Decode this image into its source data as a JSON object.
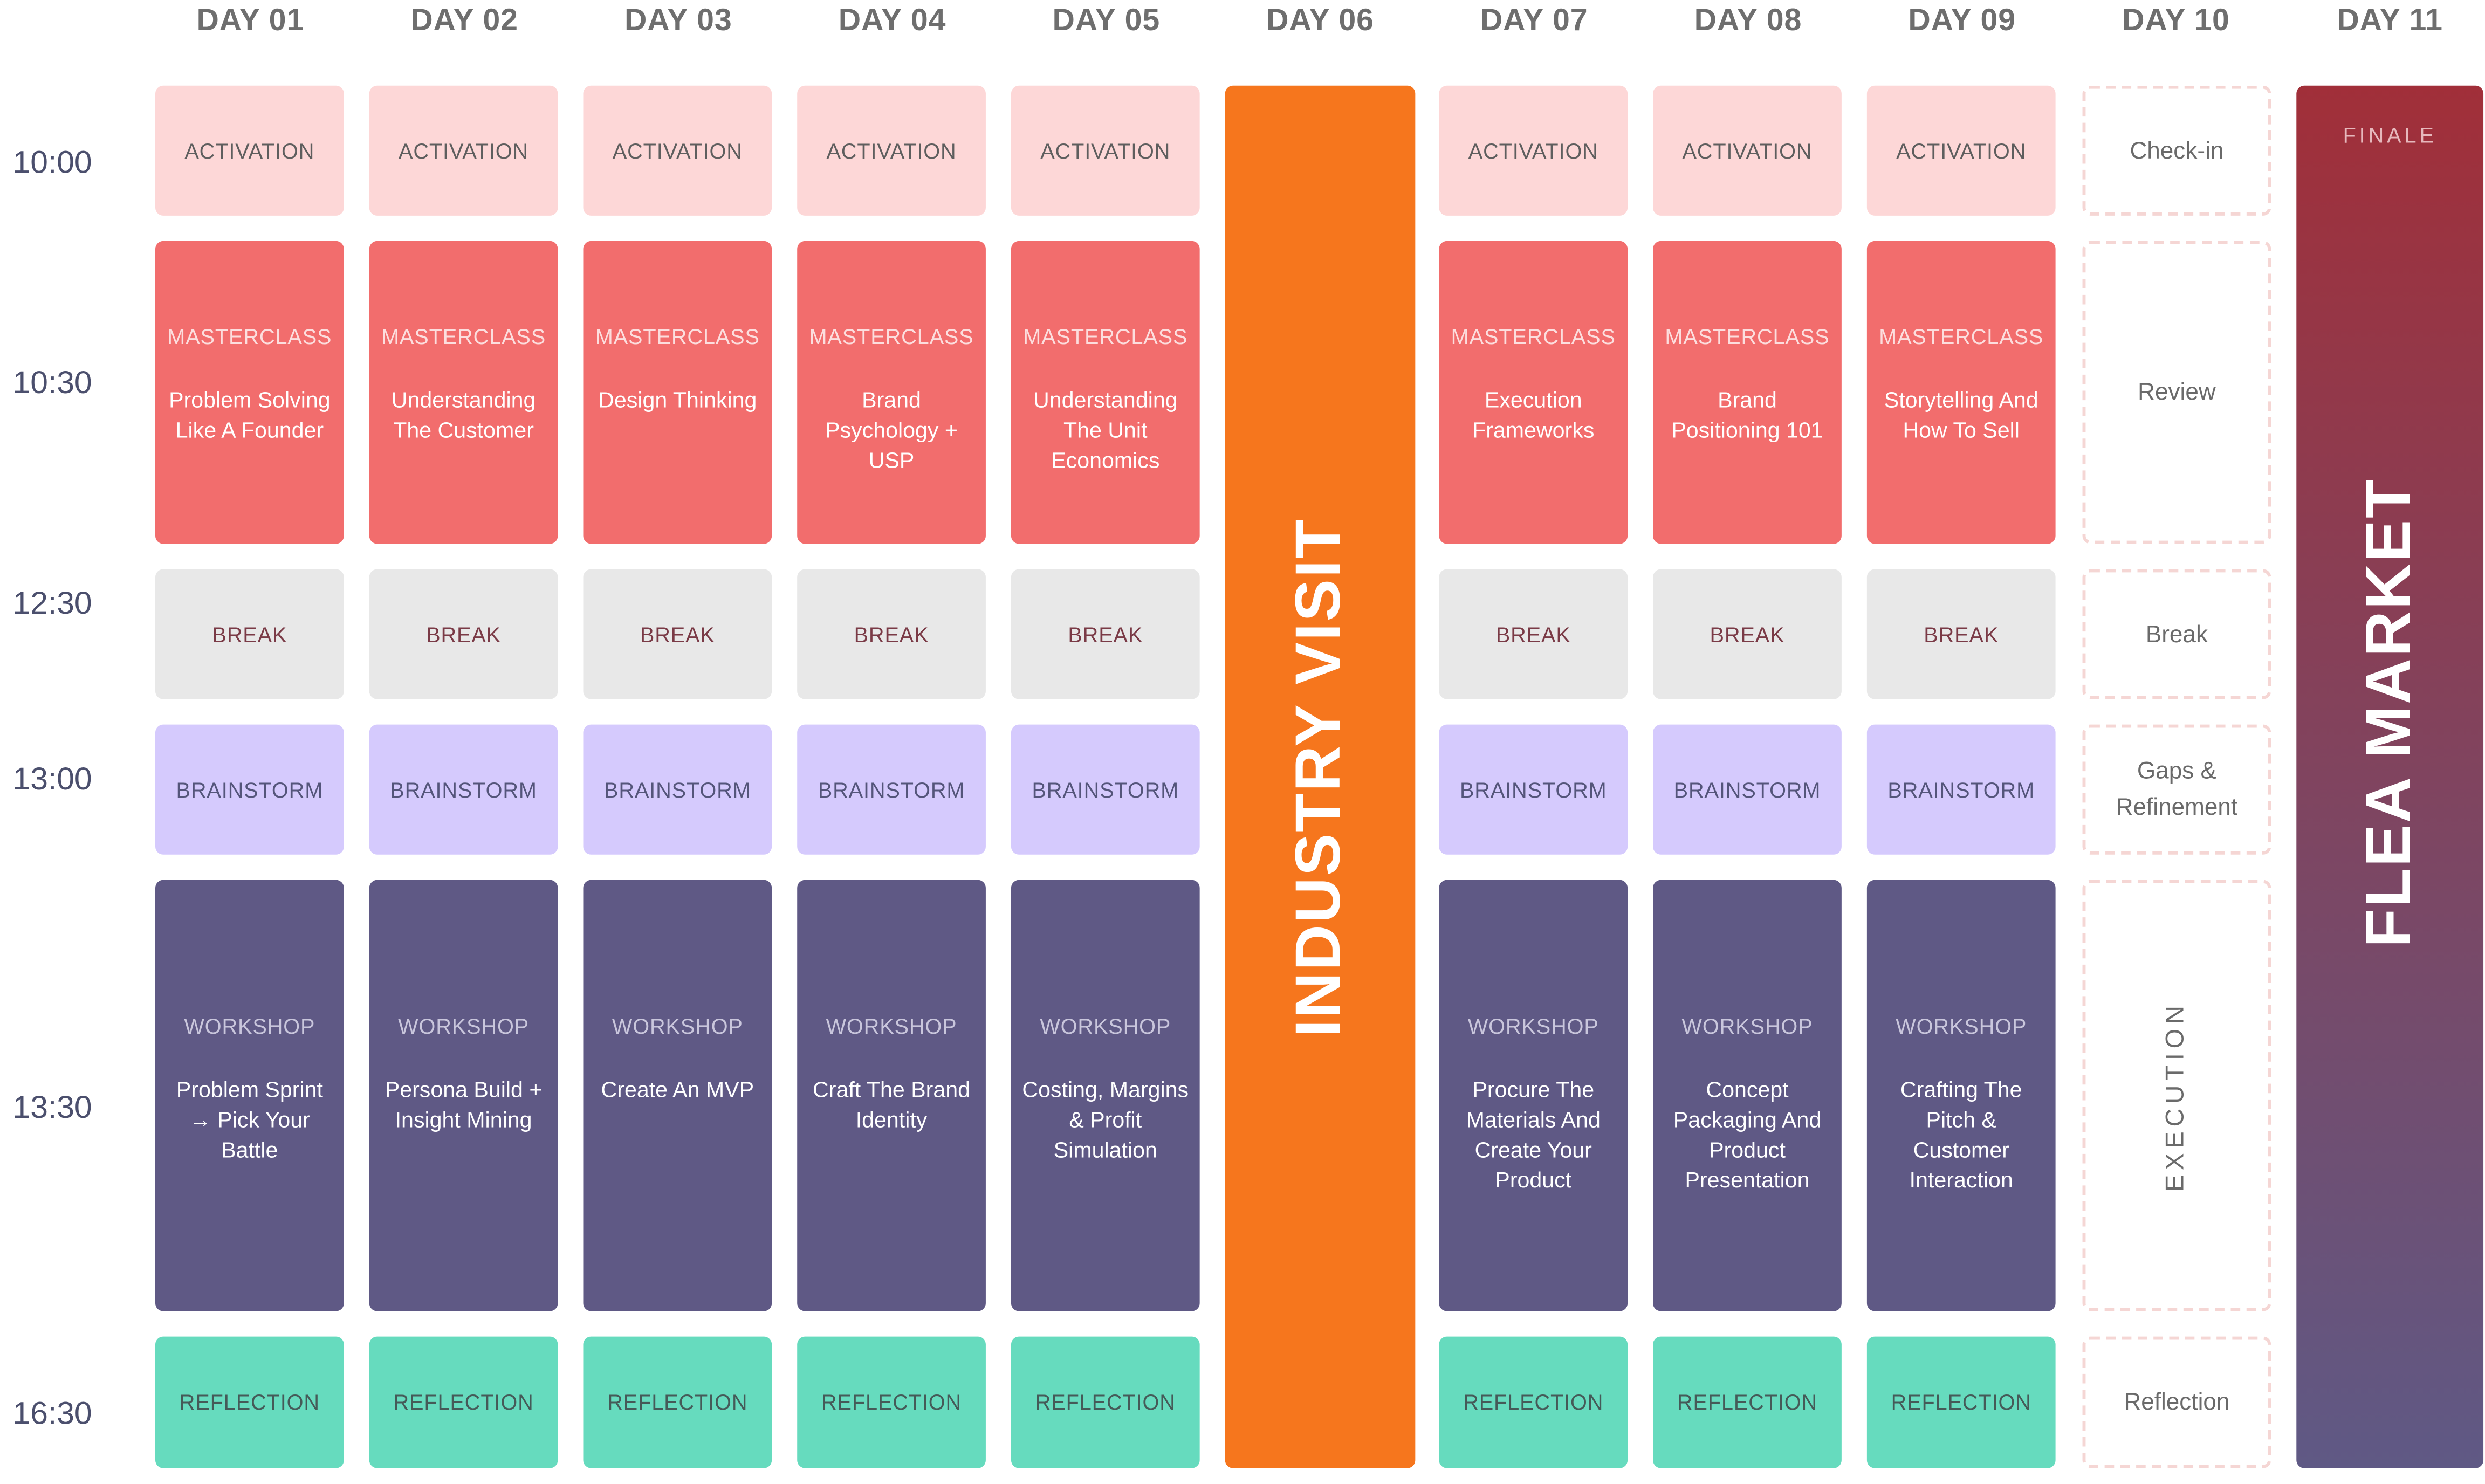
{
  "days": [
    "DAY 01",
    "DAY 02",
    "DAY 03",
    "DAY 04",
    "DAY 05",
    "DAY 06",
    "DAY 07",
    "DAY 08",
    "DAY 09",
    "DAY 10",
    "DAY 11"
  ],
  "times": [
    "10:00",
    "10:30",
    "12:30",
    "13:00",
    "13:30",
    "16:30"
  ],
  "labels": {
    "activation": "ACTIVATION",
    "masterclass": "MASTERCLASS",
    "break": "BREAK",
    "brainstorm": "BRAINSTORM",
    "workshop": "WORKSHOP",
    "reflection": "REFLECTION"
  },
  "masterclass_titles": [
    "Problem Solving Like A Founder",
    "Understanding The Customer",
    "Design Thinking",
    "Brand Psychology + USP",
    "Understanding The Unit Economics",
    "Execution Frameworks",
    "Brand Positioning 101",
    "Storytelling And How To Sell"
  ],
  "workshop_titles": [
    "Problem Sprint → Pick Your Battle",
    "Persona Build + Insight Mining",
    "Create An MVP",
    "Craft The Brand Identity",
    "Costing, Margins & Profit Simulation",
    "Procure The Materials And Create Your Product",
    "Concept Packaging And Product Presentation",
    "Crafting The Pitch & Customer Interaction"
  ],
  "industry_visit": "INDUSTRY VISIT",
  "day10": {
    "checkin": "Check-in",
    "review": "Review",
    "break": "Break",
    "gaps": "Gaps & Refinement",
    "execution": "EXECUTION",
    "reflection": "Reflection"
  },
  "finale": {
    "label": "FINALE",
    "title": "FLEA MARKET"
  },
  "colors": {
    "activation": "#fdd7d7",
    "masterclass": "#f26d6d",
    "break": "#e8e8e8",
    "brainstorm": "#d5cafd",
    "workshop": "#5f5985",
    "reflection": "#66dbbe",
    "industry_visit": "#f6761d",
    "finale_top": "#a12f39",
    "finale_bottom": "#5f5985"
  }
}
